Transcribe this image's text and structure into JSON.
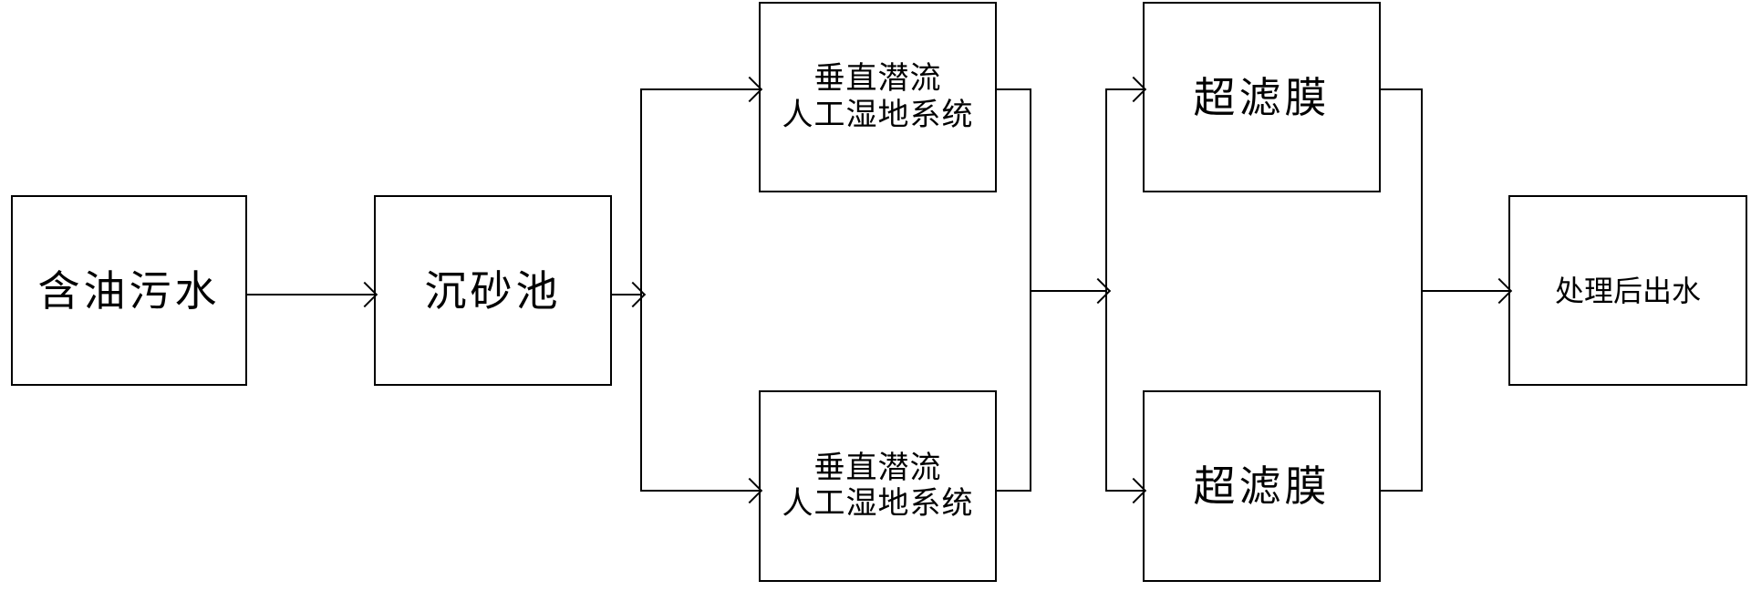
{
  "nodes": {
    "oily_wastewater": "含油污水",
    "grit_chamber": "沉砂池",
    "wetland_top": [
      "垂直潜流",
      "人工湿地系统"
    ],
    "wetland_bottom": [
      "垂直潜流",
      "人工湿地系统"
    ],
    "uf_top": "超滤膜",
    "uf_bottom": "超滤膜",
    "treated_effluent": "处理后出水"
  }
}
